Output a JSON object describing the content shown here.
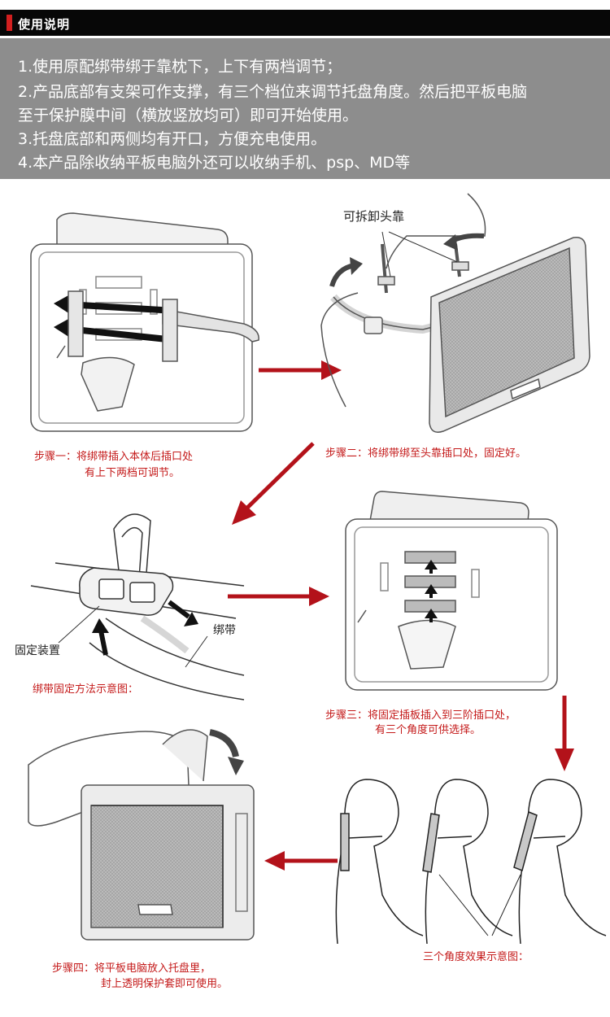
{
  "header": {
    "title": "使用说明"
  },
  "instructions": [
    "1.使用原配绑带绑于靠枕下，上下有两档调节；",
    "2.产品底部有支架可作支撑，有三个档位来调节托盘角度。然后把平板电脑",
    "至于保护膜中间（横放竖放均可）即可开始使用。",
    "3.托盘底部和两侧均有开口，方便充电使用。",
    "4.本产品除收纳平板电脑外还可以收纳手机、psp、MD等"
  ],
  "labels": {
    "removable_headrest": "可拆卸头靠",
    "fixing_device": "固定装置",
    "strap": "绑带"
  },
  "captions": {
    "step1": [
      "步骤一：将绑带插入本体后插口处",
      "有上下两档可调节。"
    ],
    "step2": "步骤二：将绑带绑至头靠插口处，固定好。",
    "strap_method": "绑带固定方法示意图：",
    "step3": [
      "步骤三：将固定插板插入到三阶插口处，",
      "有三个角度可供选择。"
    ],
    "step4": [
      "步骤四：将平板电脑放入托盘里，",
      "封上透明保护套即可使用。"
    ],
    "angles": "三个角度效果示意图："
  },
  "colors": {
    "accent_red": "#d21f1f",
    "caption_red": "#c41a1a",
    "panel_gray": "#8d8d8d",
    "header_black": "#070707"
  }
}
